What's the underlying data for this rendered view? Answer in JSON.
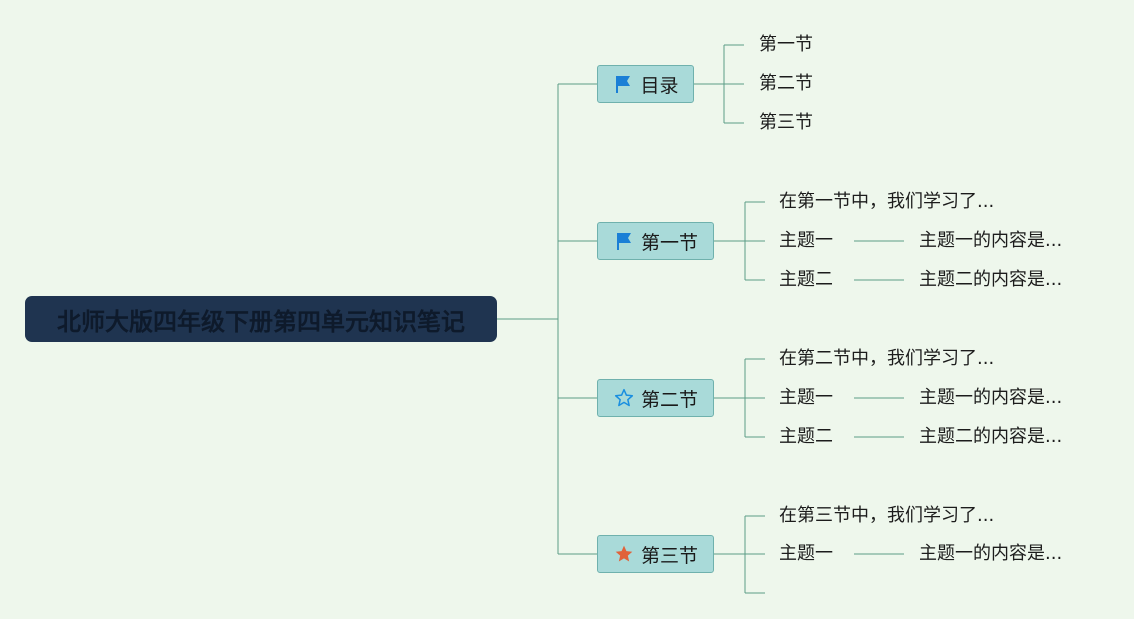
{
  "root": {
    "title": "北师大版四年级下册第四单元知识笔记"
  },
  "branches": [
    {
      "label": "目录",
      "icon": "flag-icon",
      "children": [
        "第一节",
        "第二节",
        "第三节"
      ]
    },
    {
      "label": "第一节",
      "icon": "flag-icon",
      "intro": "在第一节中，我们学习了...",
      "topics": [
        {
          "label": "主题一",
          "content": "主题一的内容是..."
        },
        {
          "label": "主题二",
          "content": "主题二的内容是..."
        }
      ]
    },
    {
      "label": "第二节",
      "icon": "star-outline-icon",
      "intro": "在第二节中，我们学习了...",
      "topics": [
        {
          "label": "主题一",
          "content": "主题一的内容是..."
        },
        {
          "label": "主题二",
          "content": "主题二的内容是..."
        }
      ]
    },
    {
      "label": "第三节",
      "icon": "star-filled-icon",
      "intro": "在第三节中，我们学习了...",
      "topics": [
        {
          "label": "主题一",
          "content": "主题一的内容是..."
        },
        {
          "label": "",
          "content": ""
        }
      ]
    }
  ],
  "colors": {
    "background": "#eef7ec",
    "root_fill": "#1f3450",
    "branch_fill": "#a9dad9",
    "connector": "#5c9c86",
    "flag": "#1a7fd6",
    "star_outline": "#1a8fe0",
    "star_filled": "#e0623a"
  }
}
